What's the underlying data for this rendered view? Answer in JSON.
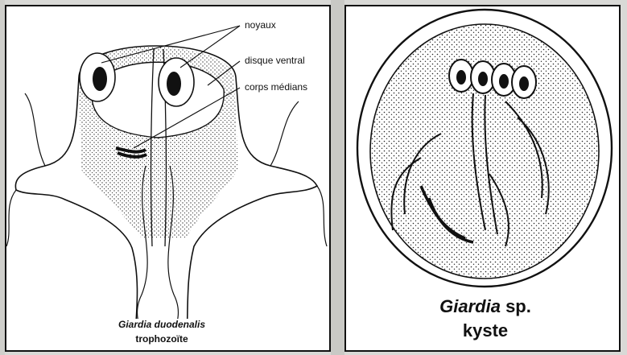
{
  "left_figure": {
    "labels": {
      "nuclei": "noyaux",
      "ventral_disc": "disque ventral",
      "median_bodies": "corps médians"
    },
    "caption_species": "Giardia duodenalis",
    "caption_stage": "trophozoïte"
  },
  "right_figure": {
    "caption_genus": "Giardia",
    "caption_suffix": " sp.",
    "caption_stage": "kyste"
  },
  "colors": {
    "ink": "#111111",
    "paper": "#ffffff",
    "background_page": "#d9d9d6"
  }
}
